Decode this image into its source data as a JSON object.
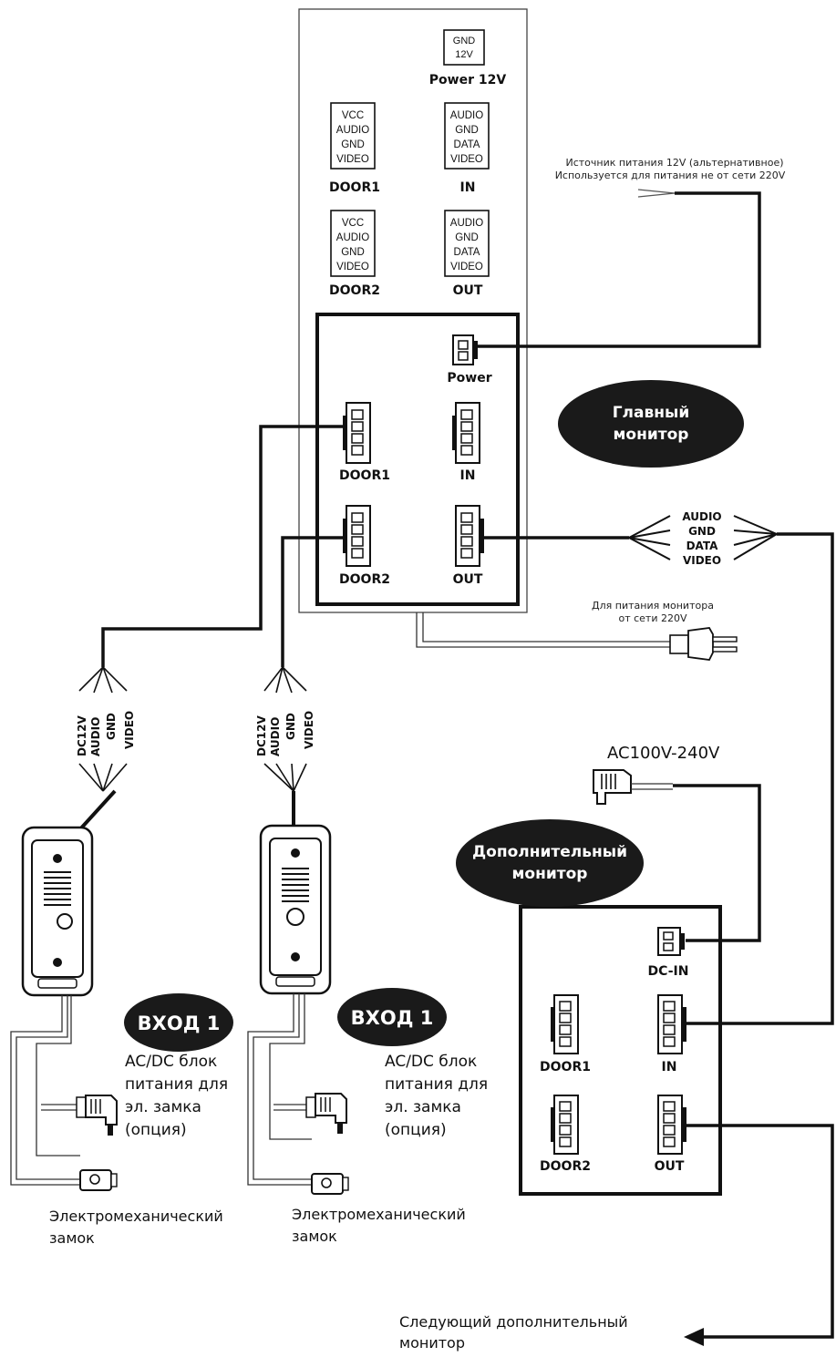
{
  "main_monitor": {
    "label_line1": "Главный",
    "label_line2": "монитор",
    "back_panel": {
      "power_block": {
        "lines": [
          "GND",
          "12V"
        ],
        "caption": "Power 12V"
      },
      "door1_block": {
        "lines": [
          "VCC",
          "AUDIO",
          "GND",
          "VIDEO"
        ],
        "caption": "DOOR1"
      },
      "in_block": {
        "lines": [
          "AUDIO",
          "GND",
          "DATA",
          "VIDEO"
        ],
        "caption": "IN"
      },
      "door2_block": {
        "lines": [
          "VCC",
          "AUDIO",
          "GND",
          "VIDEO"
        ],
        "caption": "DOOR2"
      },
      "out_block": {
        "lines": [
          "AUDIO",
          "GND",
          "DATA",
          "VIDEO"
        ],
        "caption": "OUT"
      }
    },
    "connectors": {
      "power": "Power",
      "door1": "DOOR1",
      "in": "IN",
      "door2": "DOOR2",
      "out": "OUT"
    }
  },
  "alt_power_note": {
    "line1": "Источник питания 12V (альтернативное)",
    "line2": "Используется для питания не от сети 220V"
  },
  "mains_note": {
    "line1": "Для питания монитора",
    "line2": "от сети 220V"
  },
  "bus_wires": [
    "AUDIO",
    "GND",
    "DATA",
    "VIDEO"
  ],
  "cable_wires": [
    "DC12V",
    "AUDIO",
    "GND",
    "VIDEO"
  ],
  "ac_label": "AC100V-240V",
  "extra_monitor": {
    "label_line1": "Дополнительный",
    "label_line2": "монитор",
    "connectors": {
      "dcin": "DC-IN",
      "door1": "DOOR1",
      "in": "IN",
      "door2": "DOOR2",
      "out": "OUT"
    }
  },
  "entrances": [
    {
      "badge": "ВХОД 1",
      "psu_lines": [
        "AC/DC блок",
        "питания для",
        "эл. замка",
        "(опция)"
      ],
      "lock_lines": [
        "Электромеханический",
        "замок"
      ]
    },
    {
      "badge": "ВХОД 1",
      "psu_lines": [
        "AC/DC блок",
        "питания для",
        "эл. замка",
        "(опция)"
      ],
      "lock_lines": [
        "Электромеханический",
        "замок"
      ]
    }
  ],
  "next_monitor": {
    "line1": "Следующий дополнительный",
    "line2": "монитор"
  },
  "colors": {
    "wire": "#111111",
    "ellipse": "#1a1a1a",
    "panel_border": "#111111"
  }
}
